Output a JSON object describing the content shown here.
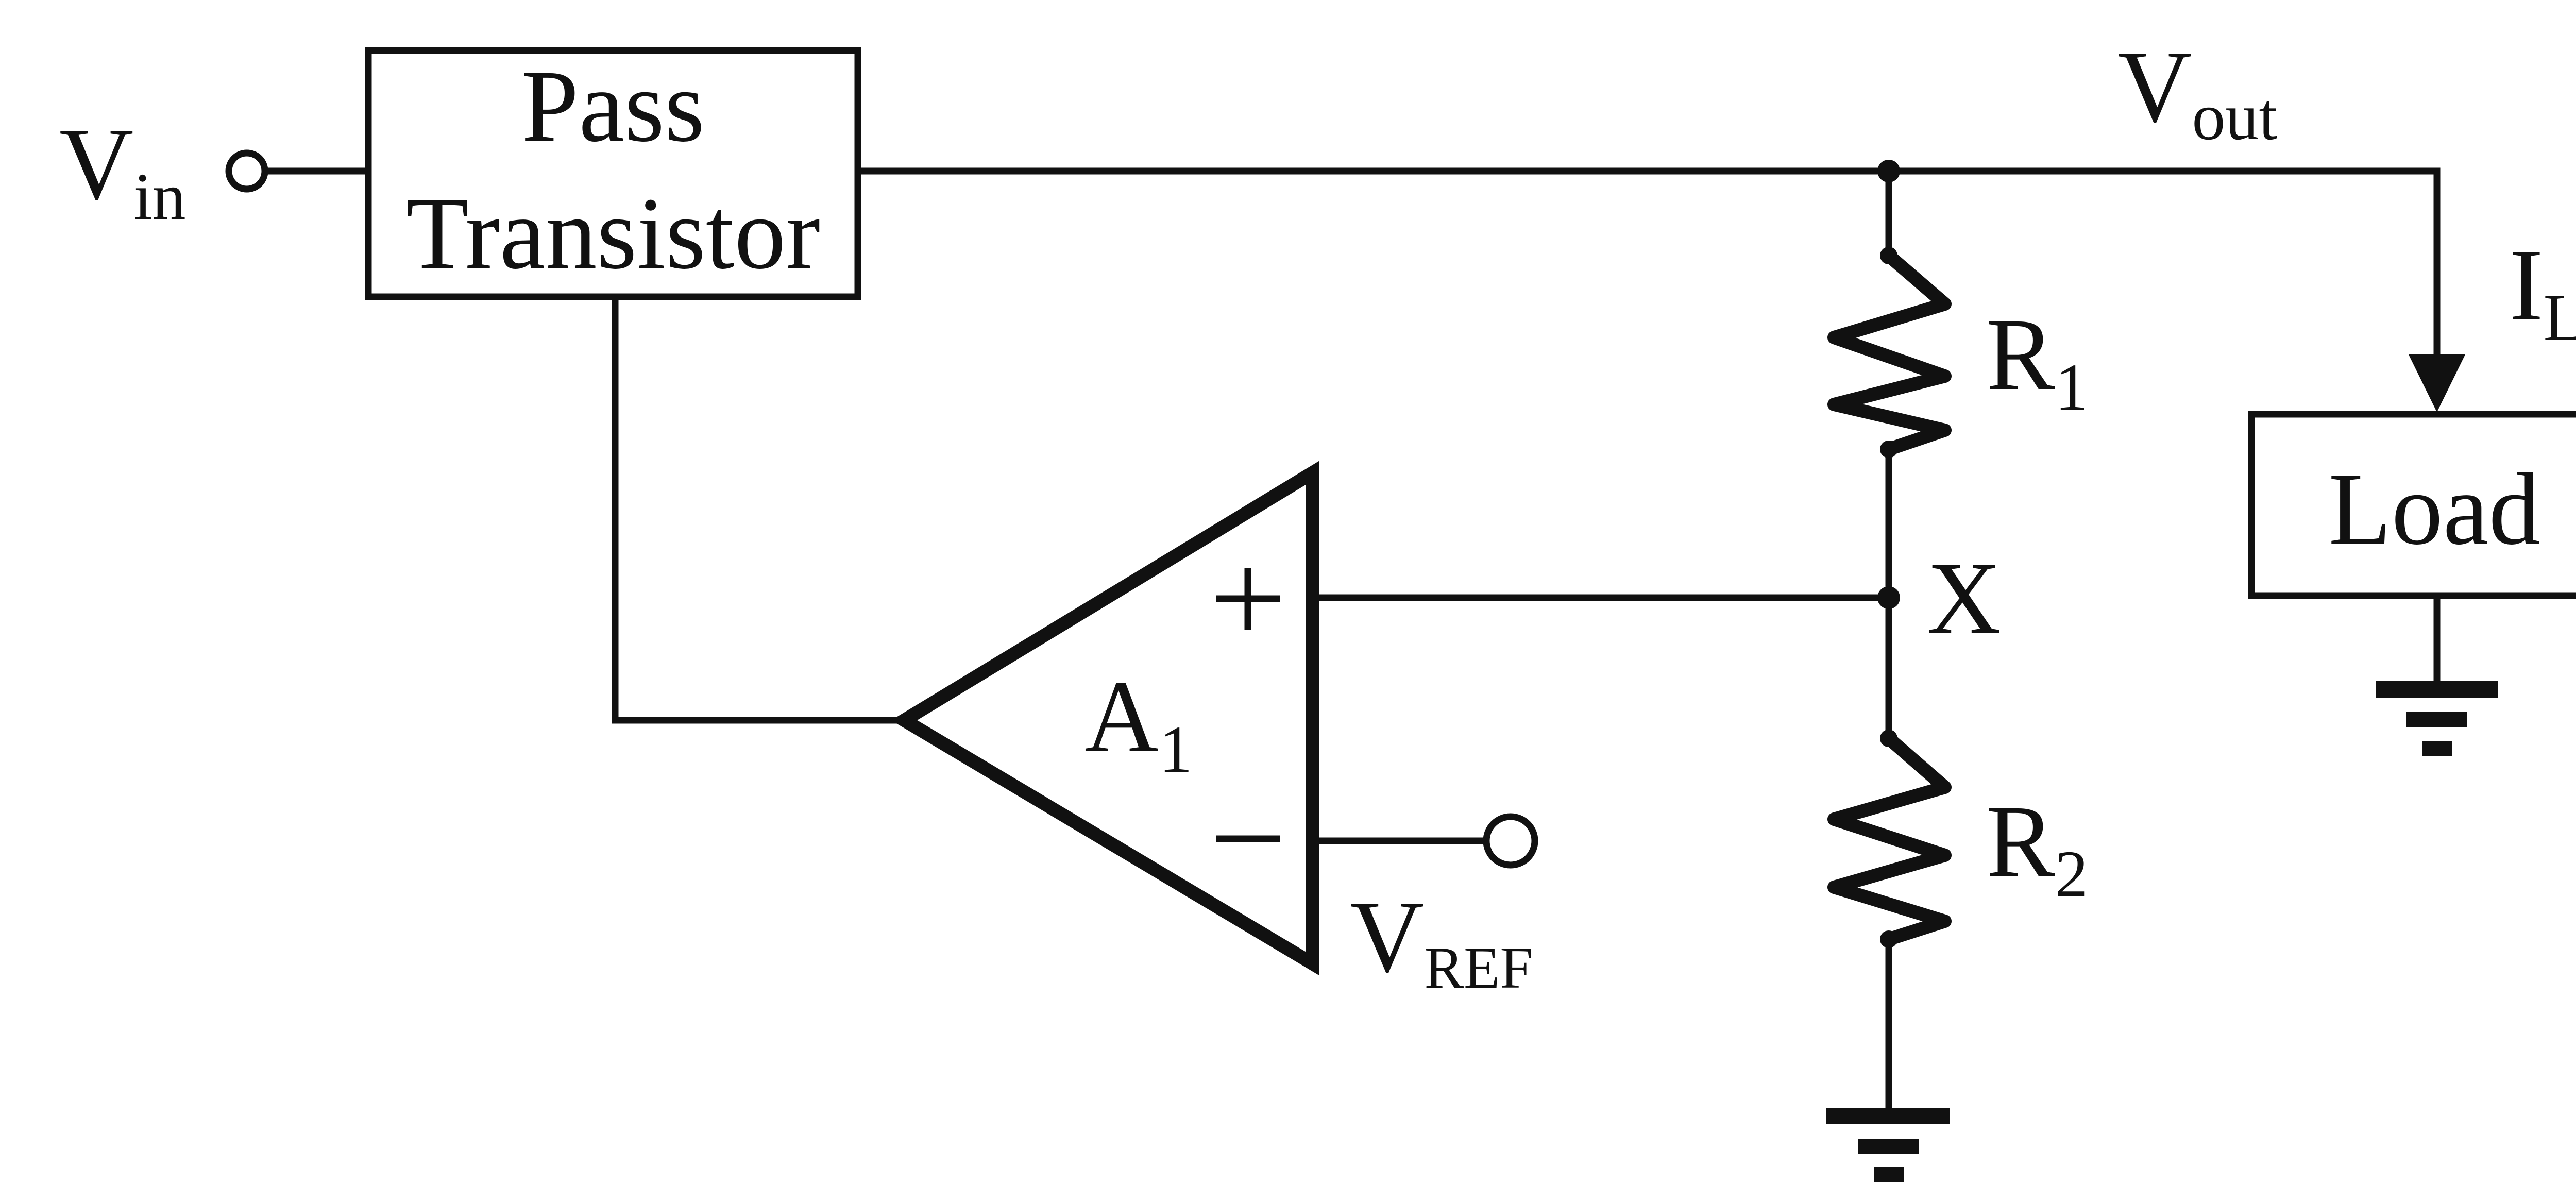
{
  "labels": {
    "vin_main": "V",
    "vin_sub": "in",
    "pass_line1": "Pass",
    "pass_line2": "Transistor",
    "vout_main": "V",
    "vout_sub": "out",
    "il_main": "I",
    "il_sub": "L",
    "load": "Load",
    "r1_main": "R",
    "r1_sub": "1",
    "r2_main": "R",
    "r2_sub": "2",
    "node_x": "X",
    "a1_main": "A",
    "a1_sub": "1",
    "vref_main": "V",
    "vref_sub": "REF"
  },
  "colors": {
    "ink": "#111111",
    "background": "#ffffff"
  }
}
